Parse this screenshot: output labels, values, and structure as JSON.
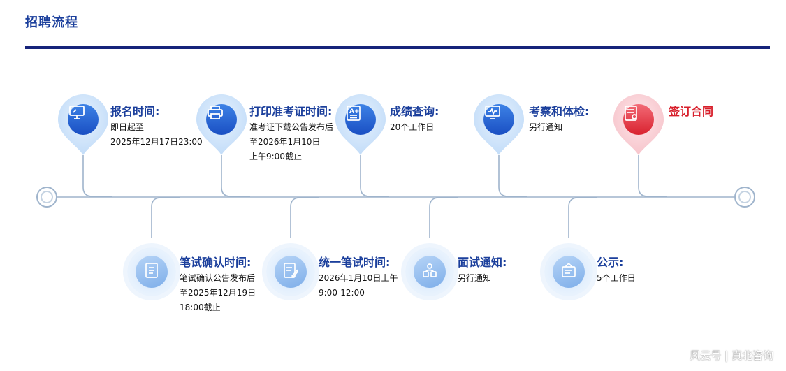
{
  "header": {
    "title": "招聘流程"
  },
  "top_steps": [
    {
      "title": "报名时间:",
      "lines": [
        "即日起至",
        "2025年12月17日23:00"
      ],
      "icon": "monitor-icon"
    },
    {
      "title": "打印准考证时间:",
      "lines": [
        "准考证下载公告发布后",
        "至2026年1月10日",
        "上午9:00截止"
      ],
      "icon": "printer-icon"
    },
    {
      "title": "成绩查询:",
      "lines": [
        "20个工作日"
      ],
      "icon": "score-sheet-icon"
    },
    {
      "title": "考察和体检:",
      "lines": [
        "另行通知"
      ],
      "icon": "health-monitor-icon"
    },
    {
      "title": "签订合同",
      "lines": [],
      "icon": "contract-icon"
    }
  ],
  "bottom_steps": [
    {
      "title": "笔试确认时间:",
      "lines": [
        "笔试确认公告发布后",
        "至2025年12月19日",
        "18:00截止"
      ],
      "icon": "notebook-icon"
    },
    {
      "title": "统一笔试时间:",
      "lines": [
        "2026年1月10日上午",
        "9:00-12:00"
      ],
      "icon": "pen-paper-icon"
    },
    {
      "title": "面试通知:",
      "lines": [
        "另行通知"
      ],
      "icon": "interview-icon"
    },
    {
      "title": "公示:",
      "lines": [
        "5个工作日"
      ],
      "icon": "notice-board-icon"
    }
  ],
  "watermark": "风云号 | 真北咨询",
  "colors": {
    "primary": "#1b3f9c",
    "accent_red": "#d81f2b",
    "rule": "#16237a",
    "line": "#9fb4cc"
  }
}
